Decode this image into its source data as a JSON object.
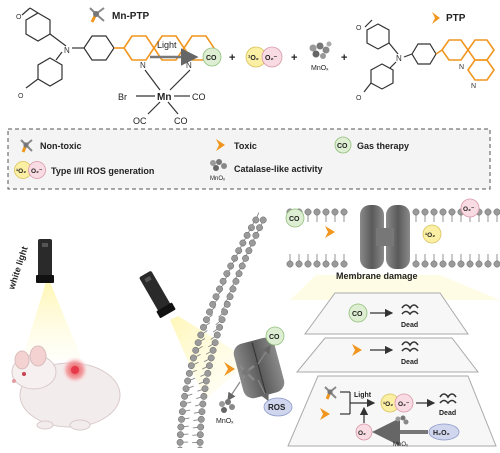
{
  "top": {
    "mnptp_label": "Mn-PTP",
    "ptp_label": "PTP",
    "light_label": "Light",
    "co_label": "CO",
    "singlet_o2": "¹O₂",
    "superoxide": "O₂⁻",
    "mnox_label": "MnOₓ",
    "mn_label": "Mn",
    "br_label": "Br",
    "n_label": "N",
    "co_ligand": "CO",
    "oc_ligand": "OC",
    "plus": "+"
  },
  "legend": {
    "non_toxic": "Non-toxic",
    "toxic": "Toxic",
    "gas_therapy": "Gas therapy",
    "ros_generation": "Type I/II ROS generation",
    "catalase_like": "Catalase-like activity"
  },
  "bottom": {
    "white_light": "white light",
    "membrane_damage": "Membrane damage",
    "co_label": "CO",
    "ros_label": "ROS",
    "mnox_label": "MnOₓ",
    "dead_label": "Dead",
    "light_label": "Light",
    "o2_label": "O₂",
    "h2o2_label": "H₂O₂",
    "singlet_o2": "¹O₂",
    "superoxide": "O₂⁻"
  },
  "colors": {
    "orange": "#f0961e",
    "co_fill": "#ddeed2",
    "o2_fill": "#f9dce3",
    "h2o2_fill": "#cfd6ee",
    "singlet_fill": "#fbefa4",
    "gray": "#8c8c8c",
    "dark": "#4d4d4d"
  }
}
